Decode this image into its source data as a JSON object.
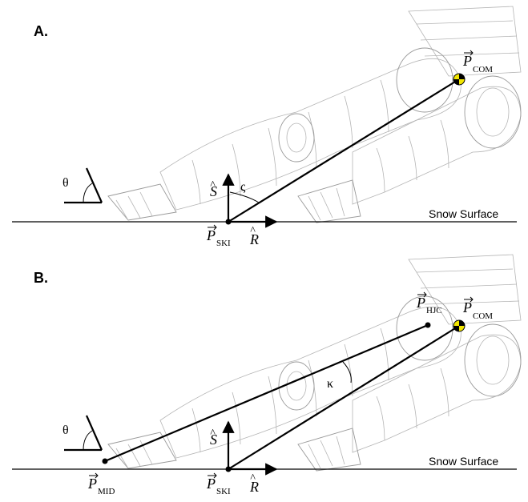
{
  "panels": [
    {
      "id": "A",
      "label": "A.",
      "surface_label": "Snow Surface",
      "theta_symbol": "θ",
      "angle_symbol": "ς",
      "vectors": {
        "S": {
          "symbol": "S"
        },
        "R": {
          "symbol": "R"
        }
      },
      "points": {
        "ski": {
          "symbol": "P",
          "subscript": "SKI"
        },
        "com": {
          "symbol": "P",
          "subscript": "COM"
        }
      }
    },
    {
      "id": "B",
      "label": "B.",
      "surface_label": "Snow Surface",
      "theta_symbol": "θ",
      "angle_symbol": "κ",
      "vectors": {
        "S": {
          "symbol": "S"
        },
        "R": {
          "symbol": "R"
        }
      },
      "points": {
        "ski": {
          "symbol": "P",
          "subscript": "SKI"
        },
        "com": {
          "symbol": "P",
          "subscript": "COM"
        },
        "hjc": {
          "symbol": "P",
          "subscript": "HJC"
        },
        "mid": {
          "symbol": "P",
          "subscript": "MID"
        }
      }
    }
  ],
  "colors": {
    "wireframe": "#b5b5b5",
    "line": "#000000",
    "com_marker_yellow": "#f2e600"
  }
}
